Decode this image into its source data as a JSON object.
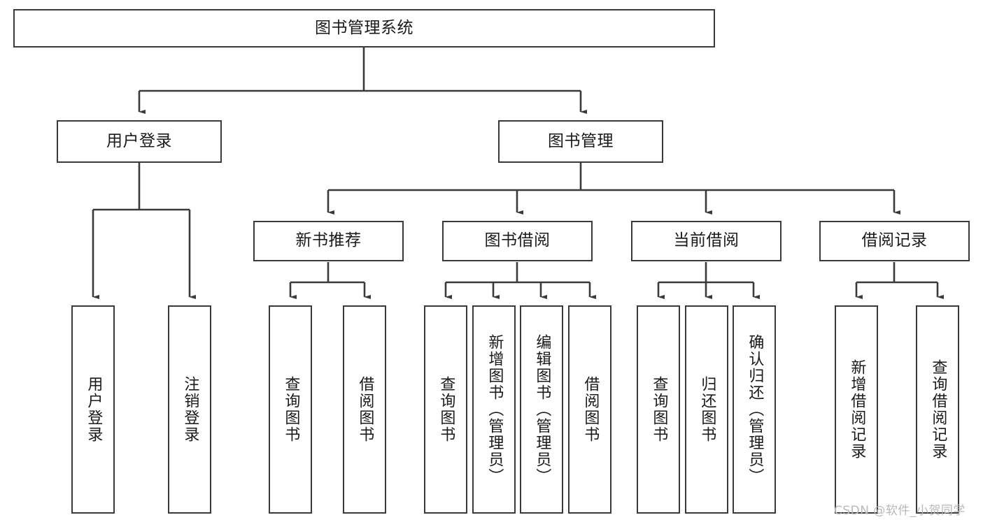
{
  "diagram": {
    "title": "图书管理系统",
    "type": "tree",
    "levels": 4,
    "nodes": {
      "root": {
        "label": "图书管理系统"
      },
      "level2": [
        {
          "id": "user-login",
          "label": "用户登录"
        },
        {
          "id": "book-management",
          "label": "图书管理"
        }
      ],
      "level3": [
        {
          "id": "new-book-recommend",
          "label": "新书推荐"
        },
        {
          "id": "book-borrow",
          "label": "图书借阅"
        },
        {
          "id": "current-borrow",
          "label": "当前借阅"
        },
        {
          "id": "borrow-record",
          "label": "借阅记录"
        }
      ],
      "leaves": {
        "user_login": [
          {
            "id": "leaf-user-login",
            "label": "用户登录"
          },
          {
            "id": "leaf-logout",
            "label": "注销登录"
          }
        ],
        "new_book_recommend": [
          {
            "id": "leaf-query-book-1",
            "label": "查询图书"
          },
          {
            "id": "leaf-borrow-book-1",
            "label": "借阅图书"
          }
        ],
        "book_borrow": [
          {
            "id": "leaf-query-book-2",
            "label": "查询图书"
          },
          {
            "id": "leaf-add-book",
            "label": "新增图书（管理员）"
          },
          {
            "id": "leaf-edit-book",
            "label": "编辑图书（管理员）"
          },
          {
            "id": "leaf-borrow-book-2",
            "label": "借阅图书"
          }
        ],
        "current_borrow": [
          {
            "id": "leaf-query-book-3",
            "label": "查询图书"
          },
          {
            "id": "leaf-return-book",
            "label": "归还图书"
          },
          {
            "id": "leaf-confirm-return",
            "label": "确认归还（管理员）"
          }
        ],
        "borrow_record": [
          {
            "id": "leaf-add-record",
            "label": "新增借阅记录"
          },
          {
            "id": "leaf-query-record",
            "label": "查询借阅记录"
          }
        ]
      }
    },
    "colors": {
      "border": "#3a3a3a",
      "background": "#ffffff",
      "text": "#1a1a1a",
      "watermark": "#b9b9b9"
    }
  },
  "watermark": {
    "text": "CSDN @软件_小贺同学"
  }
}
